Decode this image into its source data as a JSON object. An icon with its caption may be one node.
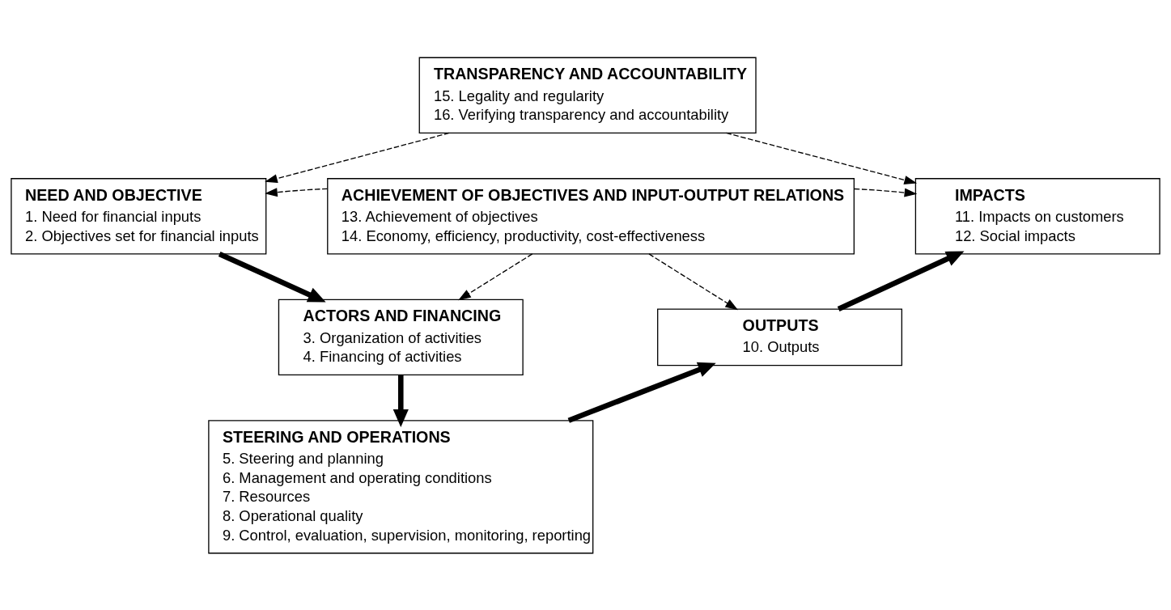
{
  "diagram": {
    "nodes": [
      {
        "text": [
          "NEED AND OBJECTIVE",
          "1. Need for financial inputs",
          "2. Objectives set for financial inputs"
        ]
      },
      {
        "text": [
          "TRANSPARENCY AND ACCOUNTABILITY",
          "15. Legality and regularity",
          "16. Verifying transparency and accountability"
        ]
      },
      {
        "text": [
          "IMPACTS",
          "11. Impacts on customers",
          "12. Social impacts"
        ]
      },
      {
        "text": [
          "ACHIEVEMENT OF OBJECTIVES AND INPUT-OUTPUT RELATIONS",
          "13. Achievement of objectives",
          "14. Economy, efficiency, productivity, cost-effectiveness"
        ]
      },
      {
        "text": [
          "ACTORS AND FINANCING",
          "3. Organization of activities",
          "4. Financing of activities"
        ]
      },
      {
        "text": [
          "OUTPUTS",
          "10. Outputs"
        ]
      },
      {
        "text": [
          "STEERING AND OPERATIONS",
          "5. Steering and planning",
          "6. Management and operating conditions",
          "7. Resources",
          "8. Operational quality",
          "9. Control, evaluation, supervision, monitoring, reporting"
        ]
      }
    ],
    "edges": [
      {
        "from": 0,
        "to": 4,
        "arrow": "to",
        "style": "thick"
      },
      {
        "from": 4,
        "to": 6,
        "arrow": "to",
        "style": "thick"
      },
      {
        "from": 6,
        "to": 5,
        "arrow": "to",
        "style": "thick"
      },
      {
        "from": 5,
        "to": 2,
        "arrow": "to",
        "style": "thick"
      },
      {
        "from": 1,
        "to": 0,
        "arrow": "to",
        "style": "dashed"
      },
      {
        "from": 1,
        "to": 2,
        "arrow": "to",
        "style": "dashed"
      },
      {
        "from": 3,
        "to": 0,
        "arrow": "to",
        "style": "dashed"
      },
      {
        "from": 3,
        "to": 4,
        "arrow": "to",
        "style": "dashed"
      },
      {
        "from": 3,
        "to": 2,
        "arrow": "to",
        "style": "dashed"
      },
      {
        "from": 3,
        "to": 5,
        "arrow": "to",
        "style": "dashed"
      }
    ]
  }
}
